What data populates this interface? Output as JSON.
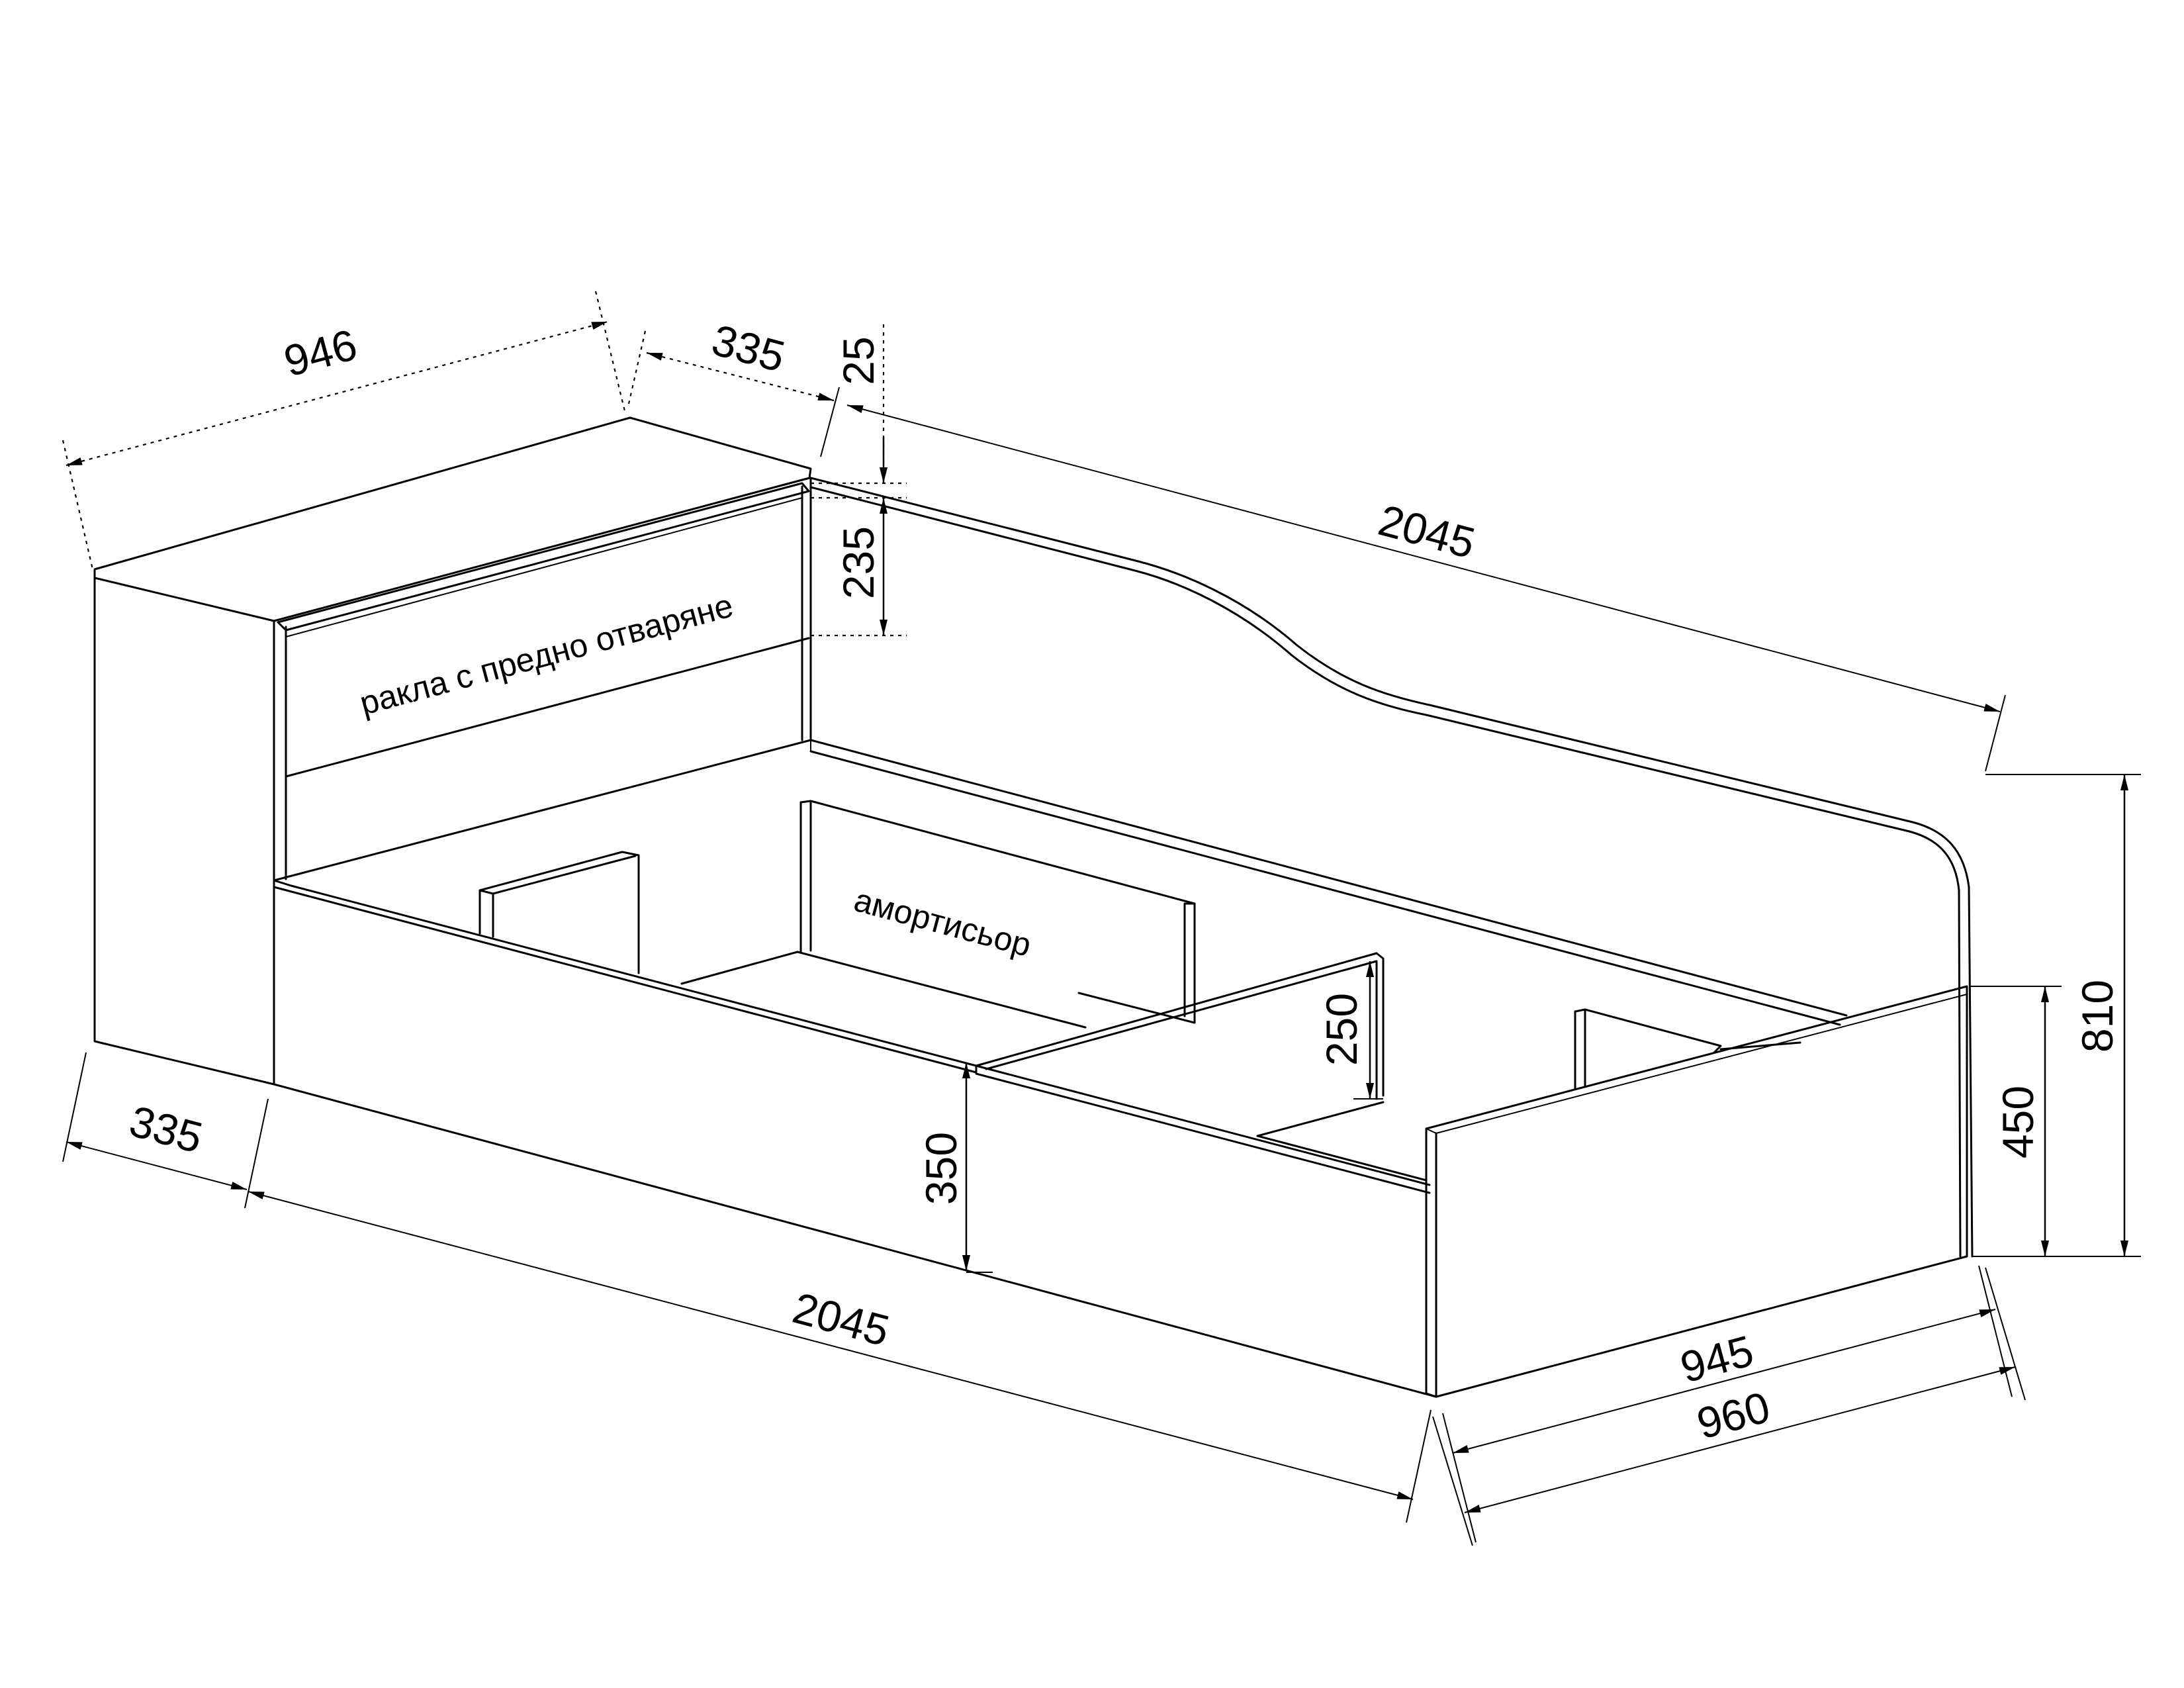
{
  "colors": {
    "line": "#000000",
    "background": "#ffffff"
  },
  "dimensions": {
    "top_width": "946",
    "top_depth": "335",
    "top_thickness": "25",
    "drawer_height": "235",
    "back_length": "2045",
    "total_height": "810",
    "front_height": "450",
    "divider_height": "250",
    "side_height": "350",
    "bottom_depth": "335",
    "bottom_length": "2045",
    "inner_width": "945",
    "outer_width": "960"
  },
  "labels": {
    "drawer": "ракла с предно отваряне",
    "shock_absorber": "амортисьор"
  }
}
